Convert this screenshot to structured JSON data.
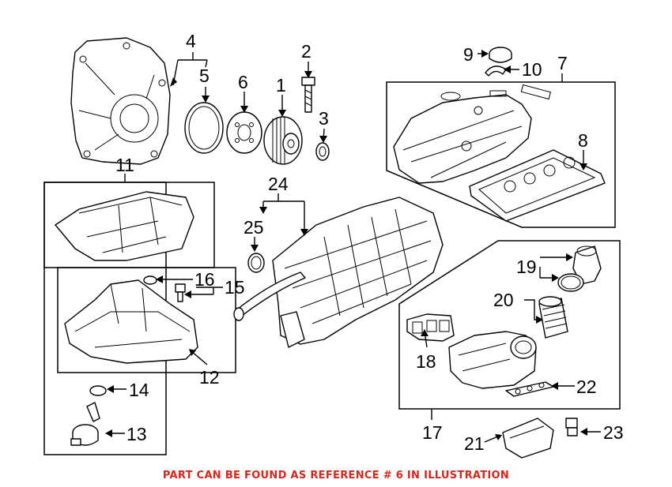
{
  "diagram": {
    "callouts": {
      "c1": "1",
      "c2": "2",
      "c3": "3",
      "c4": "4",
      "c5": "5",
      "c6": "6",
      "c7": "7",
      "c8": "8",
      "c9": "9",
      "c10": "10",
      "c11": "11",
      "c12": "12",
      "c13": "13",
      "c14": "14",
      "c15": "15",
      "c16": "16",
      "c17": "17",
      "c18": "18",
      "c19": "19",
      "c20": "20",
      "c21": "21",
      "c22": "22",
      "c23": "23",
      "c24": "24",
      "c25": "25"
    },
    "note": "PART CAN BE FOUND AS REFERENCE # 6 IN ILLUSTRATION",
    "colors": {
      "note": "#d9261c",
      "line": "#000000",
      "background": "#ffffff"
    }
  }
}
